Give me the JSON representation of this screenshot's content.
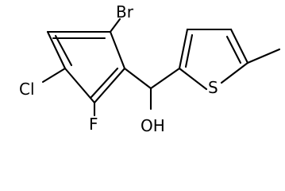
{
  "molecule": {
    "atoms": {
      "bromine": "Br",
      "chlorine": "Cl",
      "fluorine": "F",
      "hydroxyl": "OH",
      "sulfur": "S"
    }
  }
}
